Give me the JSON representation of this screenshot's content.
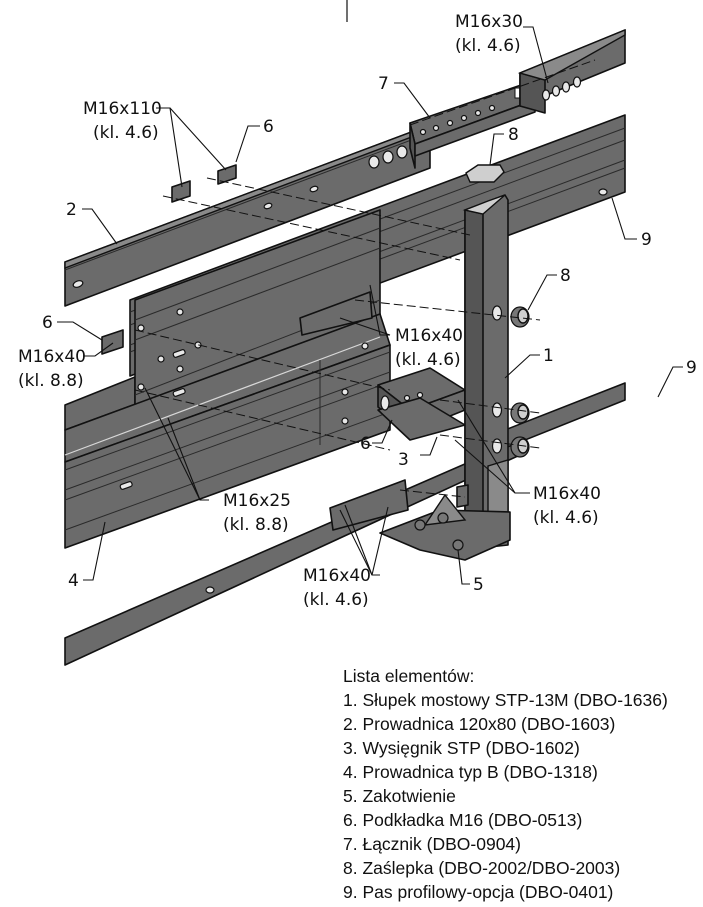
{
  "title": "Exploded assembly of bridge guardrail post STP-13M",
  "callouts": {
    "bolt_m16x30": {
      "size": "M16x30",
      "class": "(kl. 4.6)"
    },
    "bolt_m16x110": {
      "size": "M16x110",
      "class": "(kl. 4.6)"
    },
    "bolt_m16x40_left": {
      "size": "M16x40",
      "class": "(kl. 8.8)"
    },
    "bolt_m16x40_mid": {
      "size": "M16x40",
      "class": "(kl. 4.6)"
    },
    "bolt_m16x40_right": {
      "size": "M16x40",
      "class": "(kl. 4.6)"
    },
    "bolt_m16x40_bottom": {
      "size": "M16x40",
      "class": "(kl. 4.6)"
    },
    "bolt_m16x25": {
      "size": "M16x25",
      "class": "(kl. 8.8)"
    }
  },
  "part_numbers": {
    "n7": "7",
    "n6_top": "6",
    "n8_top": "8",
    "n2": "2",
    "n9_top": "9",
    "n6_left": "6",
    "n8_mid": "8",
    "n1": "1",
    "n9_mid": "9",
    "n6_mid": "6",
    "n3": "3",
    "n4": "4",
    "n5": "5"
  },
  "legend": {
    "heading": "Lista elementów:",
    "items": [
      "1. Słupek mostowy STP-13M (DBO-1636)",
      "2. Prowadnica 120x80 (DBO-1603)",
      "3. Wysięgnik STP (DBO-1602)",
      "4. Prowadnica typ B (DBO-1318)",
      "5. Zakotwienie",
      "6. Podkładka M16 (DBO-0513)",
      "7. Łącznik (DBO-0904)",
      "8. Zaślepka (DBO-2002/DBO-2003)",
      "9. Pas profilowy-opcja (DBO-0401)"
    ]
  }
}
